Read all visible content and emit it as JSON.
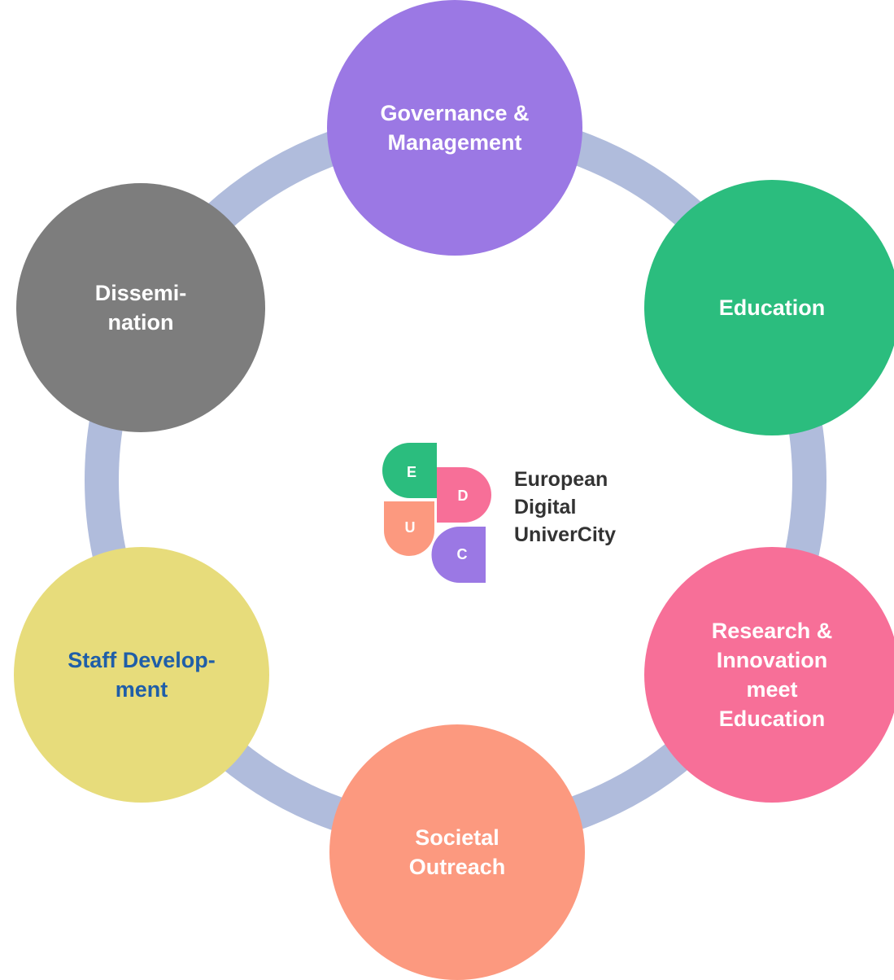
{
  "diagram": {
    "ring_color": "#b0bcdc",
    "nodes": [
      {
        "id": "governance",
        "label": "Governance & Management",
        "color": "#9b78e4",
        "text_color": "#ffffff"
      },
      {
        "id": "education",
        "label": "Education",
        "color": "#2bbd7e",
        "text_color": "#ffffff"
      },
      {
        "id": "research",
        "label": "Research & Innovation meet Education",
        "color": "#f76f98",
        "text_color": "#ffffff"
      },
      {
        "id": "societal",
        "label": "Societal Outreach",
        "color": "#fc997f",
        "text_color": "#ffffff"
      },
      {
        "id": "staff",
        "label": "Staff Develop-ment",
        "color": "#e7dc7b",
        "text_color": "#1f5ea8"
      },
      {
        "id": "dissemination",
        "label": "Dissemi-nation",
        "color": "#7d7d7d",
        "text_color": "#ffffff"
      }
    ]
  },
  "logo": {
    "letters": {
      "e": "E",
      "d": "D",
      "u": "U",
      "c": "C"
    },
    "colors": {
      "e": "#2bbd7e",
      "d": "#f76f98",
      "u": "#fc997f",
      "c": "#9b78e4"
    },
    "text_lines": [
      "European",
      "Digital",
      "UniverCity"
    ]
  }
}
